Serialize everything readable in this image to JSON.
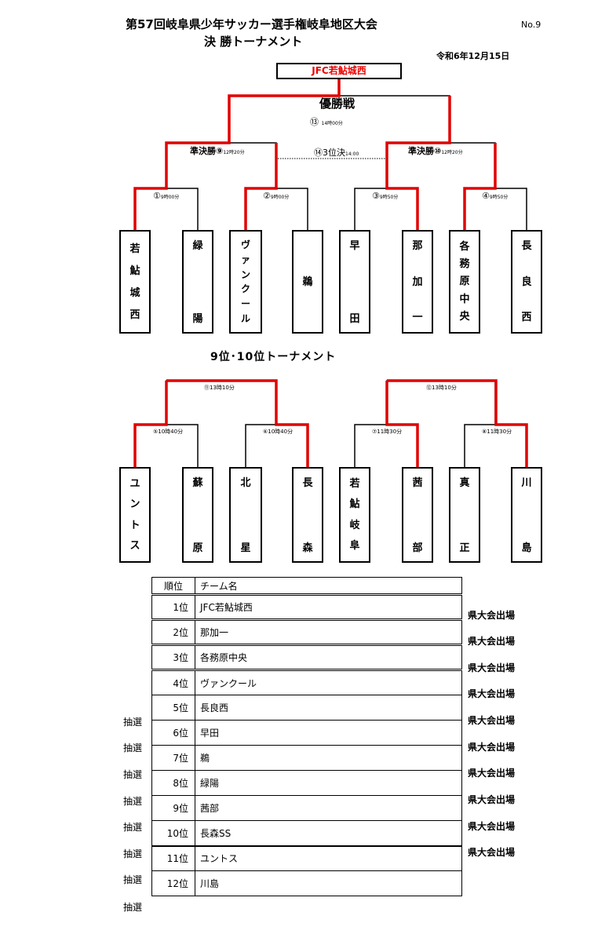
{
  "header": {
    "title": "第57回岐阜県少年サッカー選手権岐阜地区大会",
    "subtitle": "決 勝トーナメント",
    "page_no": "No.9",
    "date": "令和6年12月15日"
  },
  "main_bracket": {
    "champion": "JFC若鮎城西",
    "final_label": "優勝戦",
    "final_num": "⑬",
    "final_time": "14時00分",
    "semi1_label": "準決勝⑨",
    "semi1_time": "12時20分",
    "semi2_label": "準決勝⑩",
    "semi2_time": "12時20分",
    "third_label": "⑭3位決",
    "third_time": "14:00",
    "r1": [
      {
        "num": "①",
        "time": "9時00分"
      },
      {
        "num": "②",
        "time": "9時00分"
      },
      {
        "num": "③",
        "time": "9時50分"
      },
      {
        "num": "④",
        "time": "9時50分"
      }
    ],
    "teams": [
      [
        "若",
        "鮎",
        "城",
        "西"
      ],
      [
        "緑",
        "陽"
      ],
      [
        "ヴ",
        "ァ",
        "ン",
        "ク",
        "ー",
        "ル"
      ],
      [
        "鵜"
      ],
      [
        "早",
        "田"
      ],
      [
        "那",
        "加",
        "一"
      ],
      [
        "各",
        "務",
        "原",
        "中",
        "央"
      ],
      [
        "長",
        "良",
        "西"
      ]
    ]
  },
  "sub_bracket": {
    "title": "9位･10位トーナメント",
    "semi1": "⑪13時10分",
    "semi2": "⑫13時10分",
    "r1": [
      "⑤10時40分",
      "⑥10時40分",
      "⑦11時30分",
      "⑧11時30分"
    ],
    "teams": [
      [
        "ユ",
        "ン",
        "ト",
        "ス"
      ],
      [
        "蘇",
        "原"
      ],
      [
        "北",
        "星"
      ],
      [
        "長",
        "森"
      ],
      [
        "若",
        "鮎",
        "岐",
        "阜"
      ],
      [
        "茜",
        "部"
      ],
      [
        "真",
        "正"
      ],
      [
        "川",
        "島"
      ]
    ]
  },
  "ranking": {
    "col_rank": "順位",
    "col_team": "チーム名",
    "rows": [
      {
        "rank": "1位",
        "team": "JFC若鮎城西",
        "note": "県大会出場"
      },
      {
        "rank": "2位",
        "team": "那加一",
        "note": "県大会出場"
      },
      {
        "rank": "3位",
        "team": "各務原中央",
        "note": "県大会出場"
      },
      {
        "rank": "4位",
        "team": "ヴァンクール",
        "note": "県大会出場"
      },
      {
        "rank": "5位",
        "team": "長良西",
        "note": "県大会出場"
      },
      {
        "rank": "6位",
        "team": "早田",
        "note": "県大会出場"
      },
      {
        "rank": "7位",
        "team": "鵜",
        "note": "県大会出場"
      },
      {
        "rank": "8位",
        "team": "緑陽",
        "note": "県大会出場"
      },
      {
        "rank": "9位",
        "team": "茜部",
        "note": "県大会出場"
      },
      {
        "rank": "10位",
        "team": "長森SS",
        "note": "県大会出場"
      },
      {
        "rank": "11位",
        "team": "ユントス",
        "note": ""
      },
      {
        "rank": "12位",
        "team": "川島",
        "note": ""
      }
    ],
    "lottery_label": "抽選",
    "lottery_count": 8
  },
  "colors": {
    "win_line": "#e00000",
    "line": "#000000"
  }
}
